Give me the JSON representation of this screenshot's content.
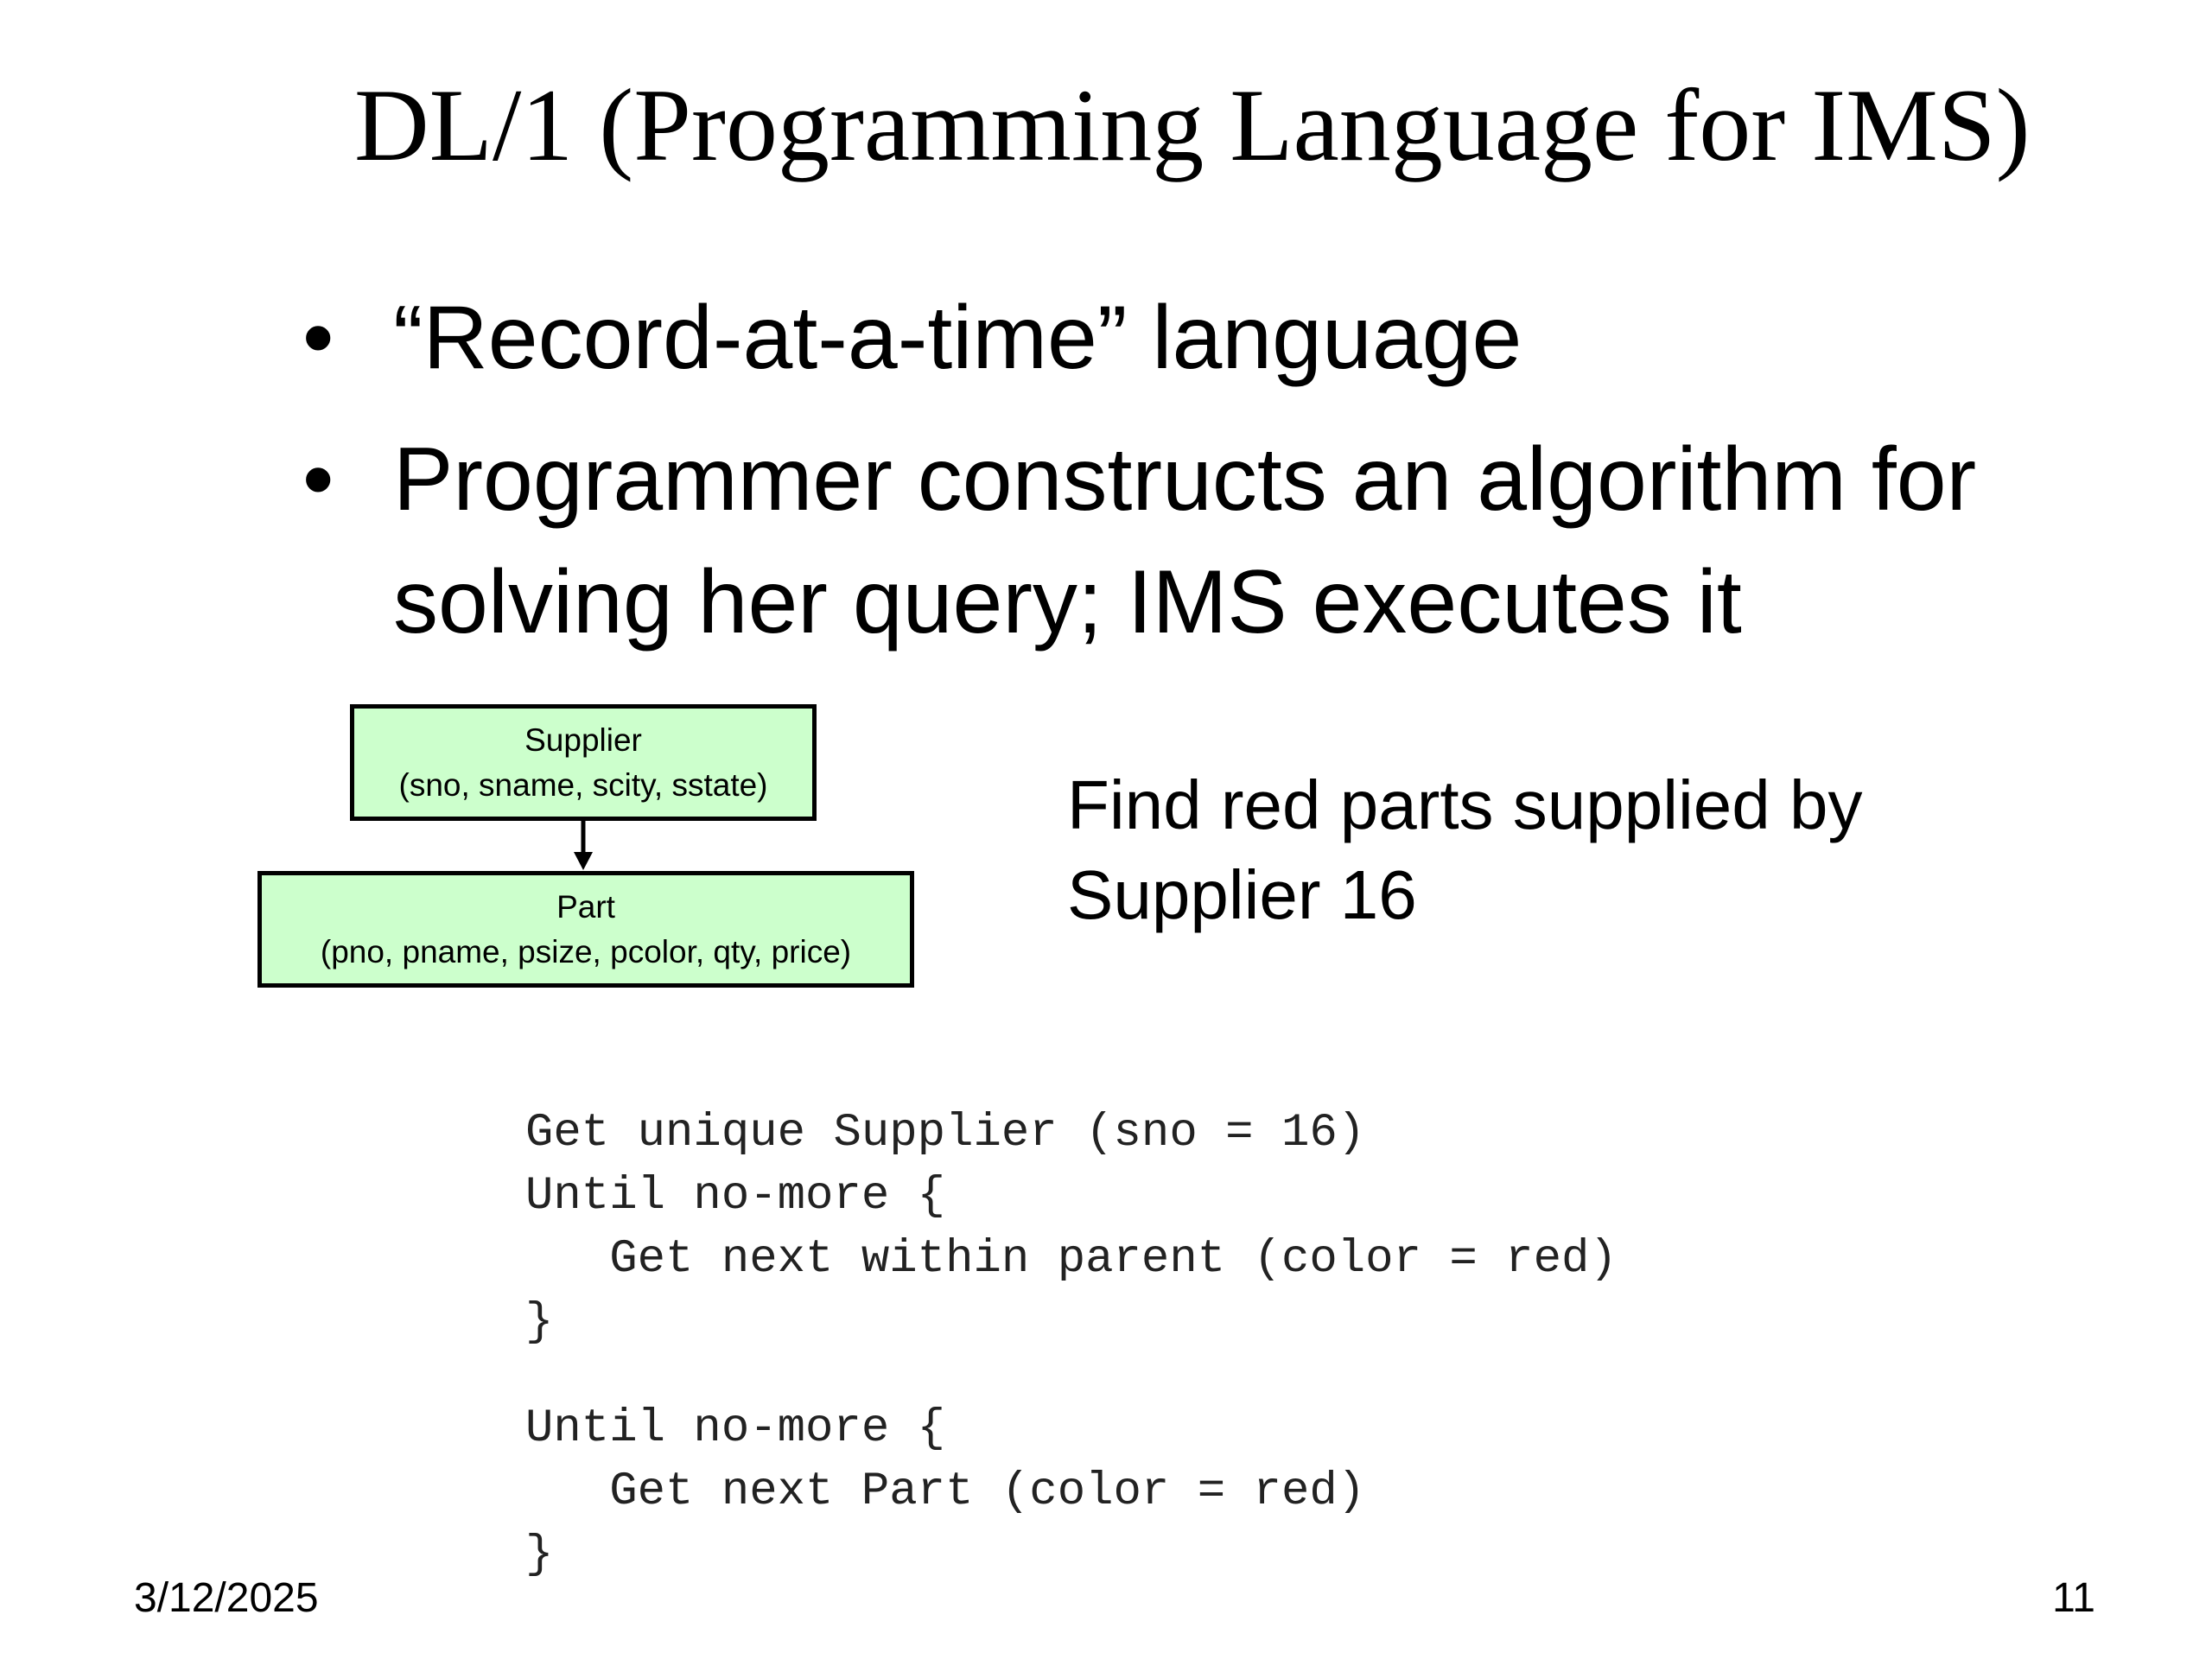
{
  "slide": {
    "title": "DL/1 (Programming Language for IMS)",
    "bullets": [
      {
        "marker": "•",
        "text": "“Record-at-a-time” language"
      },
      {
        "marker": "•",
        "text": "Programmer constructs an algorithm for solving her query; IMS executes it"
      }
    ]
  },
  "diagram": {
    "supplier": {
      "name": "Supplier",
      "fields": "(sno, sname, scity, sstate)"
    },
    "part": {
      "name": "Part",
      "fields": "(pno, pname, psize, pcolor, qty, price)"
    },
    "box_fill": "#ccffcc"
  },
  "query": {
    "description": "Find red parts supplied by Supplier 16"
  },
  "code": {
    "block1": [
      "Get unique Supplier (sno = 16)",
      "Until no-more {",
      "   Get next within parent (color = red)",
      "}"
    ],
    "block2": [
      "Until no-more {",
      "   Get next Part (color = red)",
      "}"
    ]
  },
  "footer": {
    "date": "3/12/2025",
    "page_number": "11"
  }
}
